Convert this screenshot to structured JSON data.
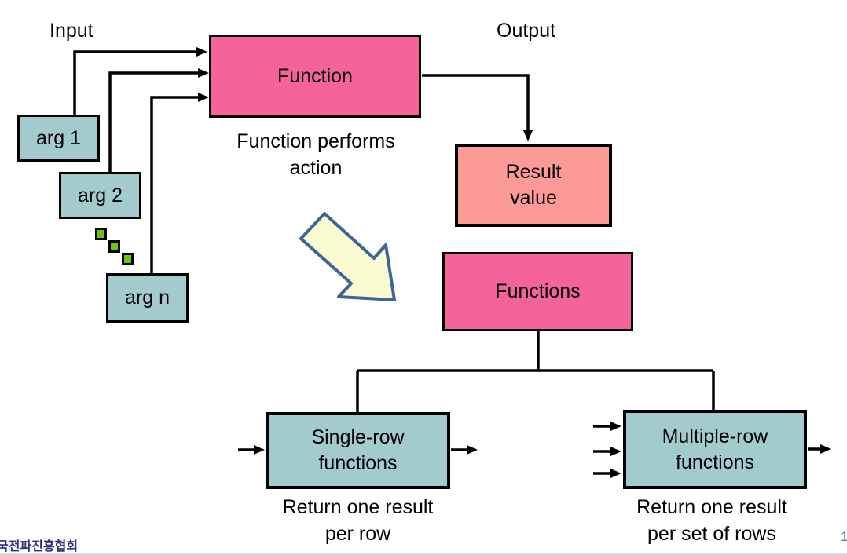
{
  "diagram": {
    "input_label": "Input",
    "output_label": "Output",
    "function_box": "Function",
    "function_caption_line1": "Function performs",
    "function_caption_line2": "action",
    "arg1_box": "arg 1",
    "arg2_box": "arg 2",
    "argn_box": "arg n",
    "result_box_line1": "Result",
    "result_box_line2": "value",
    "functions_box": "Functions",
    "single_row_box_line1": "Single-row",
    "single_row_box_line2": "functions",
    "single_row_caption_line1": "Return one result",
    "single_row_caption_line2": "per row",
    "multiple_row_box_line1": "Multiple-row",
    "multiple_row_box_line2": "functions",
    "multiple_row_caption_line1": "Return one result",
    "multiple_row_caption_line2": "per set of rows",
    "ellipsis_icon": "diagonal-green-squares-ellipsis",
    "block_arrow_icon": "down-right-block-arrow"
  },
  "footer": {
    "logo_text": "국전파진흥협회",
    "page_number": "1"
  },
  "colors": {
    "pink": "#f5639b",
    "salmon": "#fc9a98",
    "teal": "#a3cbce",
    "green_square": "#6fc608",
    "arrow_fill": "#fbfbd2",
    "arrow_border": "#3d6596",
    "logo_color": "#332b7b",
    "page_color": "#4a7ab5"
  }
}
